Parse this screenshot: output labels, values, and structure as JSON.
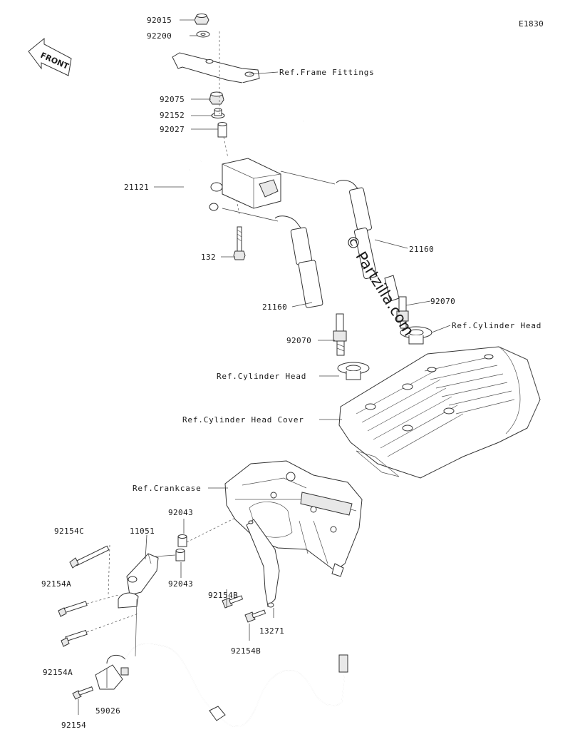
{
  "diagram_code": "E1830",
  "front_label": "FRONT",
  "watermark": "© Partzilla.com",
  "labels": {
    "p92015": "92015",
    "p92200": "92200",
    "ref_frame": "Ref.Frame Fittings",
    "p92075": "92075",
    "p92152": "92152",
    "p92027": "92027",
    "p21121": "21121",
    "p132": "132",
    "p21160_right": "21160",
    "p21160_left": "21160",
    "p92070_right": "92070",
    "ref_head_right": "Ref.Cylinder Head",
    "p92070_left": "92070",
    "ref_head_left": "Ref.Cylinder Head",
    "ref_head_cover": "Ref.Cylinder Head Cover",
    "ref_crankcase": "Ref.Crankcase",
    "p92043_top": "92043",
    "p92154C": "92154C",
    "p11051": "11051",
    "p92043_bottom": "92043",
    "p92154A_top": "92154A",
    "p92154B_top": "92154B",
    "p13271": "13271",
    "p92154B_bottom": "92154B",
    "p92154A_bottom": "92154A",
    "p59026": "59026",
    "p92154": "92154"
  }
}
